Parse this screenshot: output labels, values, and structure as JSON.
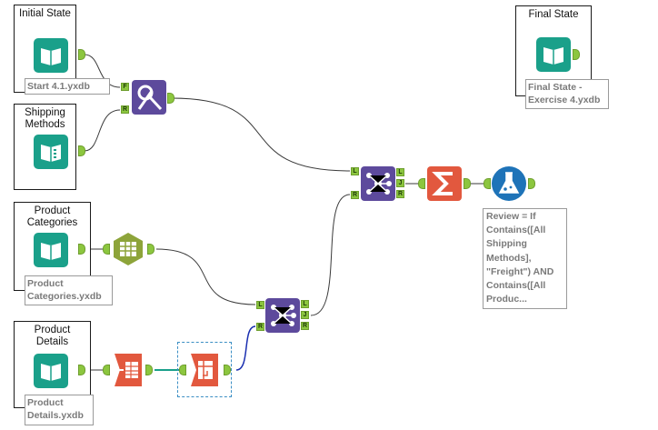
{
  "containers": {
    "initial_state": {
      "title": "Initial State",
      "file_label": "Start 4.1.yxdb"
    },
    "shipping_methods": {
      "title": "Shipping\nMethods"
    },
    "product_categories": {
      "title": "Product\nCategories",
      "file_label": "Product\nCategories.yxdb"
    },
    "product_details": {
      "title": "Product\nDetails",
      "file_label": "Product\nDetails.yxdb"
    },
    "final_state": {
      "title": "Final State",
      "file_label": "Final State -\nExercise 4.yxdb"
    }
  },
  "anchors": {
    "find_replace_f": "F",
    "find_replace_r": "R",
    "join1_l": "L",
    "join1_r": "R",
    "join1_lo": "L",
    "join1_jo": "J",
    "join1_ro": "R",
    "join2_l": "L",
    "join2_r": "R",
    "join2_lo": "L",
    "join2_jo": "J",
    "join2_ro": "R"
  },
  "formula_annotation": "Review = If\nContains([All\nShipping\nMethods],\n\"Freight\") AND\nContains([All\nProduc...",
  "colors": {
    "input_teal": "#1aa08a",
    "prep_purple": "#5d4a9c",
    "summarize_orange": "#e2583e",
    "formula_blue": "#1e73b8",
    "select_olive": "#8da43a",
    "anchor_green": "#8cc63f",
    "wire_gray": "#3a3a3a",
    "wire_blue": "#1a2fb0"
  }
}
